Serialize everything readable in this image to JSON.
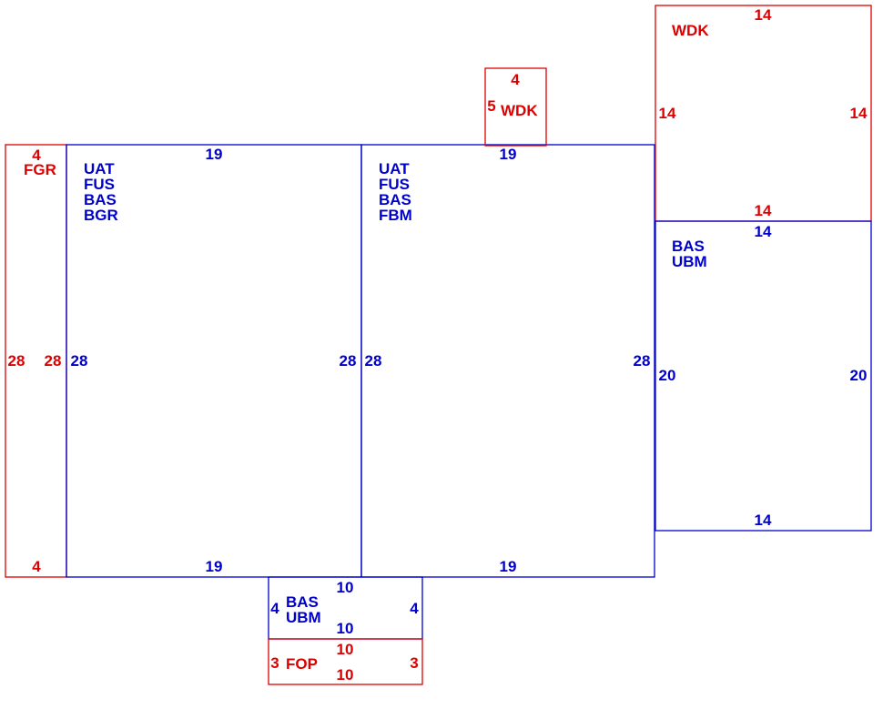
{
  "colors": {
    "blue": "#0000cc",
    "red": "#dd0000",
    "background": "#ffffff"
  },
  "rooms": {
    "fgr": {
      "codes": [
        "FGR"
      ],
      "dims": {
        "top": "4",
        "bottom": "4",
        "left": "28",
        "right": "28"
      }
    },
    "room_a": {
      "codes": [
        "UAT",
        "FUS",
        "BAS",
        "BGR"
      ],
      "dims": {
        "top": "19",
        "bottom": "19",
        "left": "28",
        "right": "28"
      }
    },
    "room_b": {
      "codes": [
        "UAT",
        "FUS",
        "BAS",
        "FBM"
      ],
      "dims": {
        "top": "19",
        "bottom": "19",
        "left": "28",
        "right": "28"
      }
    },
    "wdk_small": {
      "codes": [
        "WDK"
      ],
      "dims": {
        "top": "4",
        "left": "5"
      }
    },
    "wdk_large": {
      "codes": [
        "WDK"
      ],
      "dims": {
        "top": "14",
        "bottom": "14",
        "left": "14",
        "right": "14"
      }
    },
    "bas_right": {
      "codes": [
        "BAS",
        "UBM"
      ],
      "dims": {
        "top": "14",
        "bottom": "14",
        "left": "20",
        "right": "20"
      }
    },
    "bas_bottom": {
      "codes": [
        "BAS",
        "UBM"
      ],
      "dims": {
        "top": "10",
        "bottom": "10",
        "left": "4",
        "right": "4"
      }
    },
    "fop": {
      "codes": [
        "FOP"
      ],
      "dims": {
        "top": "10",
        "bottom": "10",
        "left": "3",
        "right": "3"
      }
    }
  }
}
